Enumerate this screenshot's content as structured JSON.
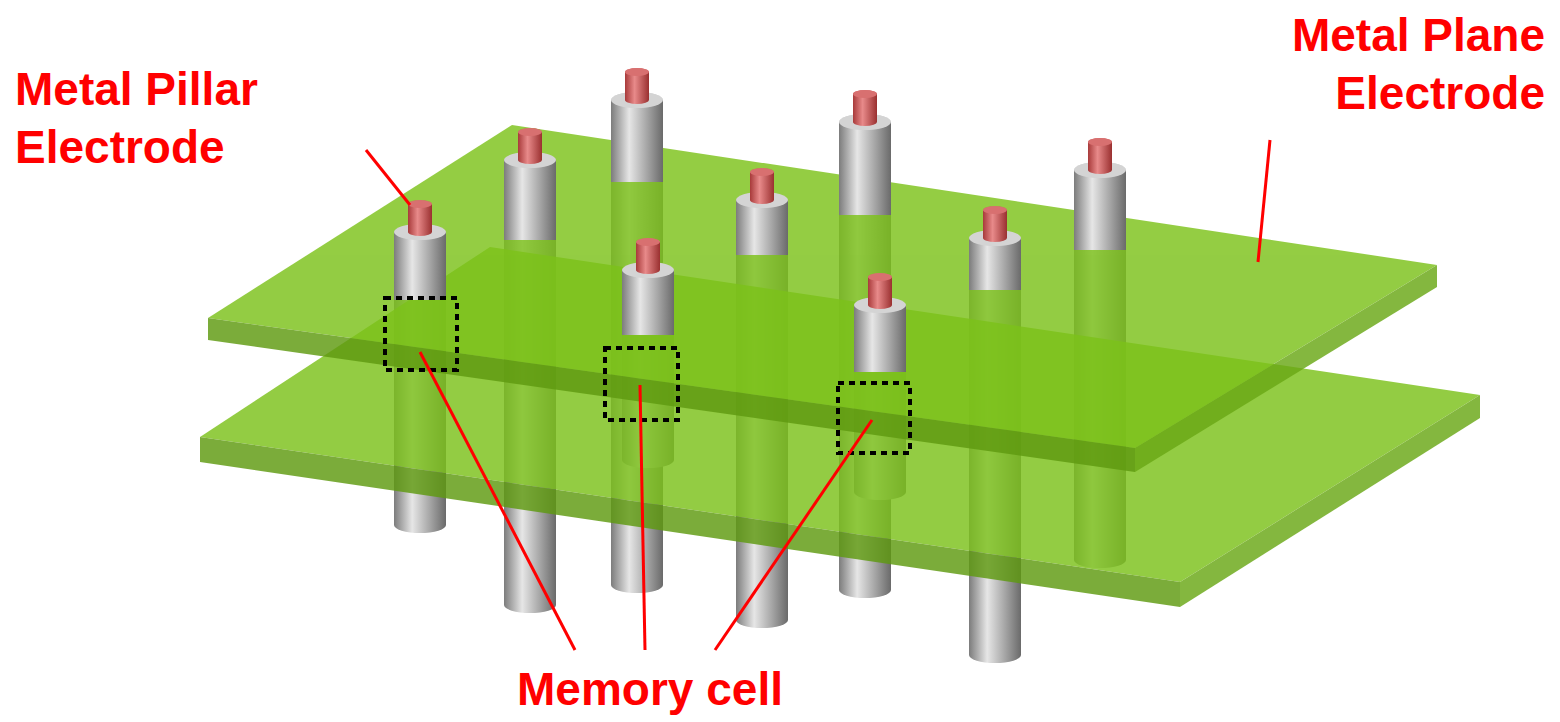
{
  "diagram": {
    "labels": [
      "Metal Pillar Electrode",
      "Metal Plane Electrode",
      "Memory cell"
    ]
  }
}
